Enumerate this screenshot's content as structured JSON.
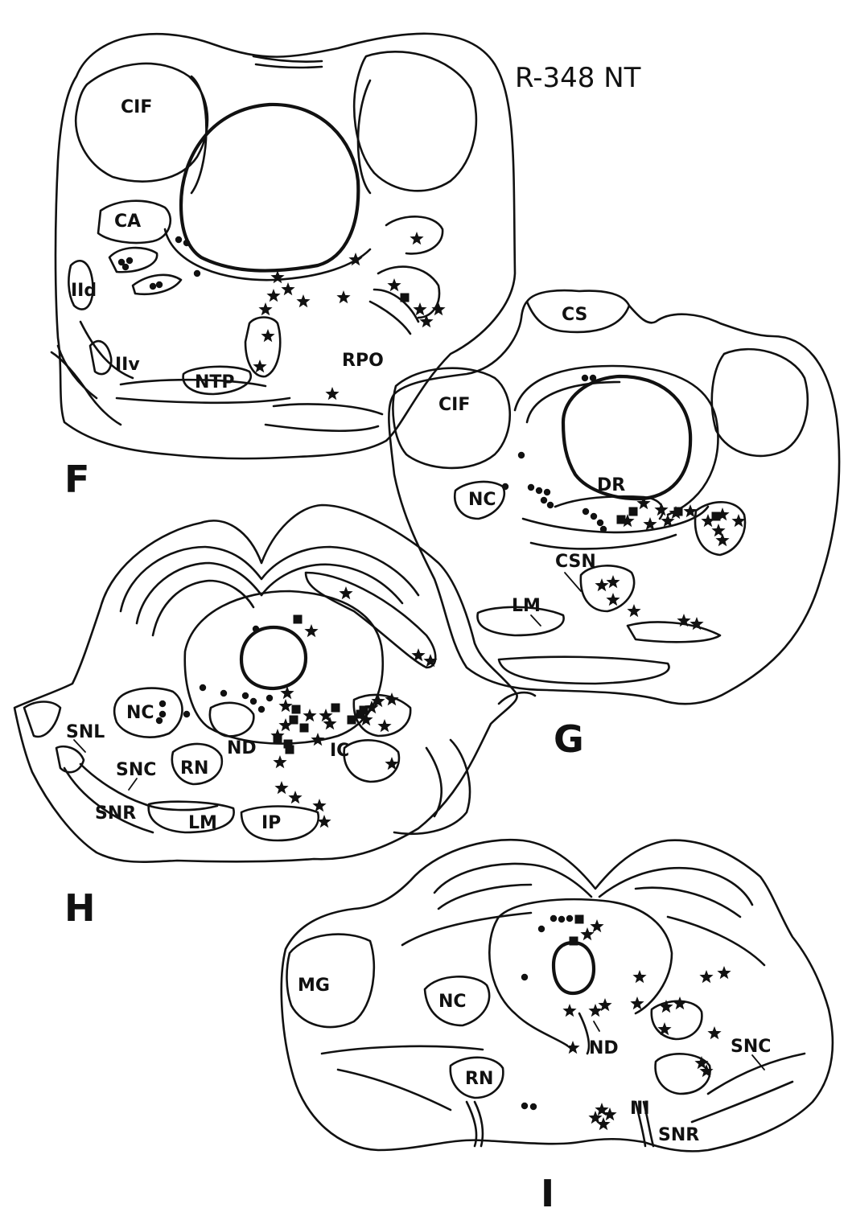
{
  "figure": {
    "case_id": "R-348 NT"
  },
  "colors": {
    "ink": "#111111",
    "paper": "#ffffff"
  },
  "panels": [
    {
      "id": "F",
      "letter": "F",
      "labels": [
        "CIF",
        "CA",
        "IId",
        "IIv",
        "NTP",
        "RPO"
      ],
      "marks": {
        "star": [
          [
            345,
            345
          ],
          [
            358,
            360
          ],
          [
            340,
            368
          ],
          [
            377,
            375
          ],
          [
            427,
            370
          ],
          [
            442,
            323
          ],
          [
            518,
            297
          ],
          [
            333,
            418
          ],
          [
            323,
            456
          ],
          [
            330,
            385
          ],
          [
            413,
            490
          ],
          [
            490,
            355
          ],
          [
            522,
            385
          ],
          [
            545,
            385
          ],
          [
            530,
            400
          ]
        ],
        "dot": [
          [
            222,
            298
          ],
          [
            232,
            302
          ],
          [
            151,
            326
          ],
          [
            161,
            324
          ],
          [
            156,
            332
          ],
          [
            190,
            356
          ],
          [
            198,
            354
          ],
          [
            245,
            340
          ]
        ],
        "square": [
          [
            503,
            370
          ]
        ]
      }
    },
    {
      "id": "G",
      "letter": "G",
      "labels": [
        "CS",
        "CIF",
        "NC",
        "DR",
        "CSN",
        "LM"
      ],
      "marks": {
        "star": [
          [
            800,
            626
          ],
          [
            822,
            634
          ],
          [
            840,
            638
          ],
          [
            858,
            636
          ],
          [
            780,
            648
          ],
          [
            808,
            652
          ],
          [
            830,
            648
          ],
          [
            880,
            648
          ],
          [
            898,
            640
          ],
          [
            918,
            648
          ],
          [
            893,
            660
          ],
          [
            898,
            672
          ],
          [
            748,
            728
          ],
          [
            762,
            724
          ],
          [
            762,
            746
          ],
          [
            788,
            760
          ],
          [
            850,
            772
          ],
          [
            866,
            776
          ]
        ],
        "dot": [
          [
            727,
            470
          ],
          [
            737,
            470
          ],
          [
            648,
            566
          ],
          [
            628,
            605
          ],
          [
            660,
            606
          ],
          [
            670,
            610
          ],
          [
            680,
            612
          ],
          [
            676,
            622
          ],
          [
            684,
            628
          ],
          [
            728,
            636
          ],
          [
            738,
            642
          ],
          [
            746,
            650
          ],
          [
            750,
            658
          ]
        ],
        "square": [
          [
            787,
            636
          ],
          [
            772,
            646
          ],
          [
            843,
            636
          ],
          [
            890,
            642
          ]
        ]
      }
    },
    {
      "id": "H",
      "letter": "H",
      "labels": [
        "SNL",
        "NC",
        "ND",
        "RN",
        "SNC",
        "SNR",
        "LM",
        "IP",
        "IC"
      ],
      "marks": {
        "star": [
          [
            430,
            738
          ],
          [
            387,
            785
          ],
          [
            520,
            815
          ],
          [
            535,
            822
          ],
          [
            357,
            862
          ],
          [
            470,
            872
          ],
          [
            487,
            870
          ],
          [
            462,
            880
          ],
          [
            455,
            895
          ],
          [
            478,
            903
          ],
          [
            355,
            878
          ],
          [
            385,
            890
          ],
          [
            405,
            890
          ],
          [
            410,
            900
          ],
          [
            395,
            920
          ],
          [
            355,
            902
          ],
          [
            345,
            915
          ],
          [
            348,
            948
          ],
          [
            350,
            980
          ],
          [
            367,
            992
          ],
          [
            397,
            1002
          ],
          [
            403,
            1022
          ],
          [
            487,
            950
          ]
        ],
        "dot": [
          [
            318,
            782
          ],
          [
            232,
            888
          ],
          [
            252,
            855
          ],
          [
            278,
            862
          ],
          [
            305,
            865
          ],
          [
            315,
            872
          ],
          [
            325,
            882
          ],
          [
            335,
            868
          ],
          [
            202,
            875
          ],
          [
            202,
            888
          ],
          [
            198,
            896
          ]
        ],
        "square": [
          [
            370,
            770
          ],
          [
            368,
            882
          ],
          [
            365,
            895
          ],
          [
            417,
            880
          ],
          [
            378,
            905
          ],
          [
            437,
            895
          ],
          [
            452,
            883
          ],
          [
            448,
            888
          ],
          [
            345,
            920
          ],
          [
            358,
            925
          ],
          [
            360,
            932
          ]
        ]
      }
    },
    {
      "id": "I",
      "letter": "I",
      "labels": [
        "MG",
        "NC",
        "ND",
        "RN",
        "SNC",
        "III",
        "SNR"
      ],
      "marks": {
        "star": [
          [
            730,
            1162
          ],
          [
            742,
            1152
          ],
          [
            878,
            1215
          ],
          [
            900,
            1210
          ],
          [
            795,
            1215
          ],
          [
            708,
            1257
          ],
          [
            740,
            1257
          ],
          [
            752,
            1250
          ],
          [
            792,
            1248
          ],
          [
            828,
            1252
          ],
          [
            845,
            1248
          ],
          [
            826,
            1280
          ],
          [
            888,
            1285
          ],
          [
            712,
            1303
          ],
          [
            872,
            1322
          ],
          [
            878,
            1332
          ],
          [
            748,
            1380
          ],
          [
            740,
            1390
          ],
          [
            758,
            1386
          ],
          [
            750,
            1398
          ]
        ],
        "dot": [
          [
            688,
            1142
          ],
          [
            698,
            1143
          ],
          [
            708,
            1142
          ],
          [
            673,
            1155
          ],
          [
            652,
            1215
          ],
          [
            652,
            1375
          ],
          [
            663,
            1376
          ]
        ],
        "square": [
          [
            720,
            1143
          ],
          [
            713,
            1170
          ]
        ]
      }
    }
  ]
}
